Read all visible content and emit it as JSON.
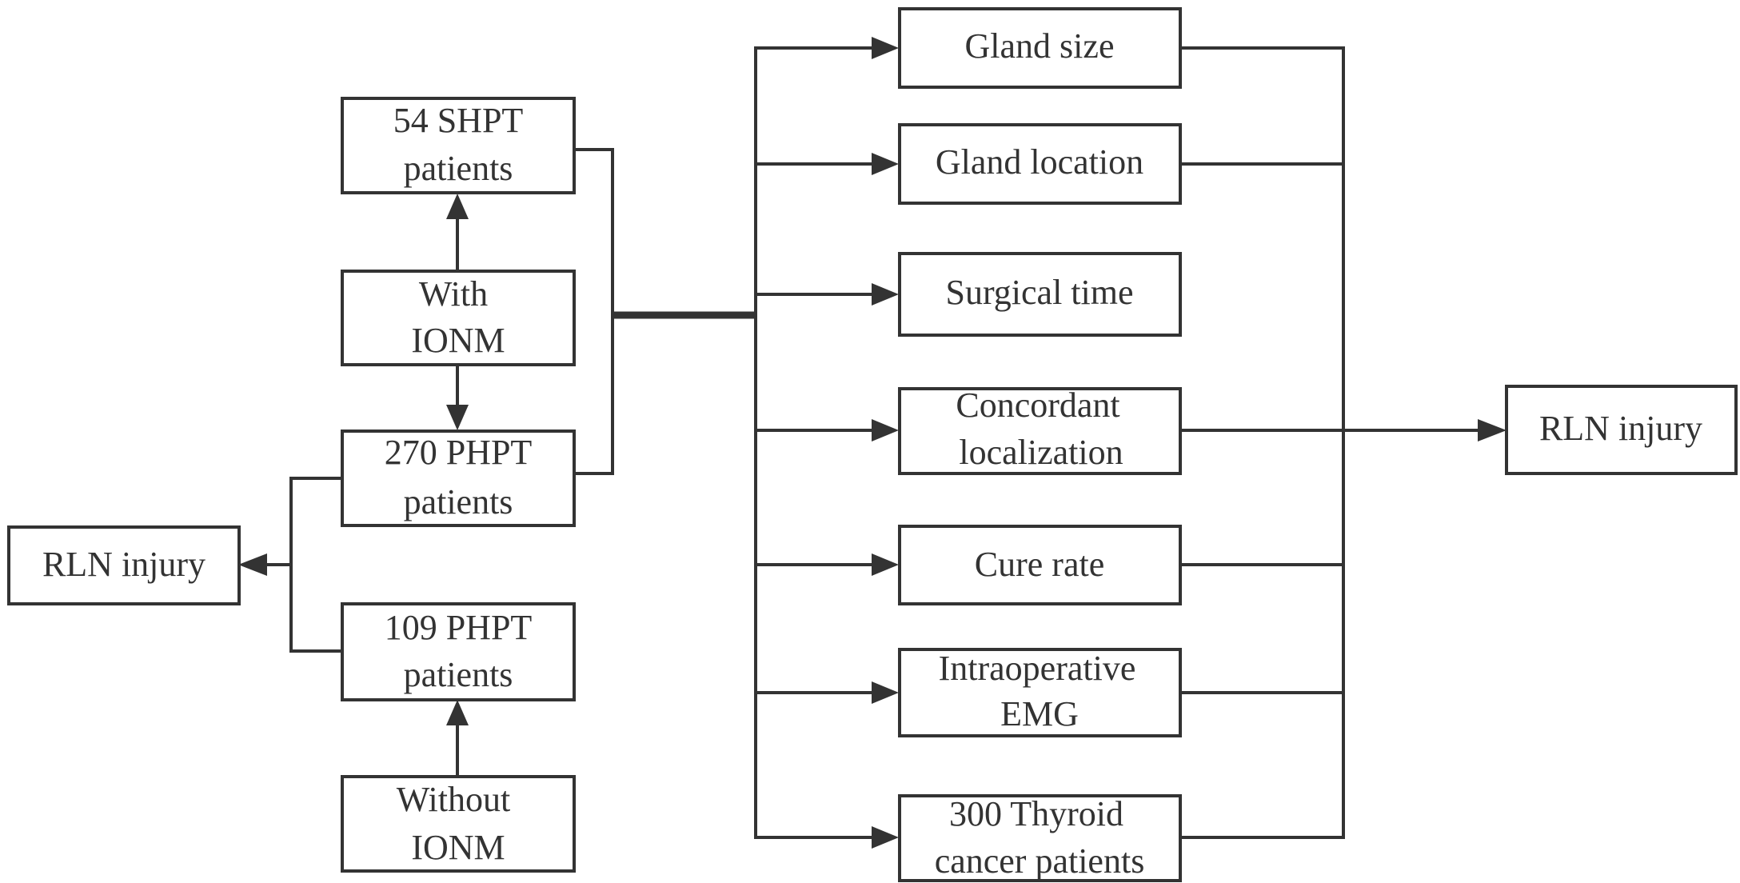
{
  "nodes": {
    "shpt": [
      "54 SHPT",
      "patients"
    ],
    "with_ionm": [
      "With",
      "IONM"
    ],
    "phpt270": [
      "270 PHPT",
      "patients"
    ],
    "phpt109": [
      "109 PHPT",
      "patients"
    ],
    "without_ionm": [
      "Without",
      "IONM"
    ],
    "rln_left": [
      "RLN injury"
    ],
    "gland_size": [
      "Gland size"
    ],
    "gland_location": [
      "Gland location"
    ],
    "surgical_time": [
      "Surgical time"
    ],
    "concordant": [
      "Concordant",
      "localization"
    ],
    "cure_rate": [
      "Cure rate"
    ],
    "emg": [
      "Intraoperative",
      "EMG"
    ],
    "thyroid": [
      "300 Thyroid",
      "cancer patients"
    ],
    "rln_right": [
      "RLN injury"
    ]
  }
}
